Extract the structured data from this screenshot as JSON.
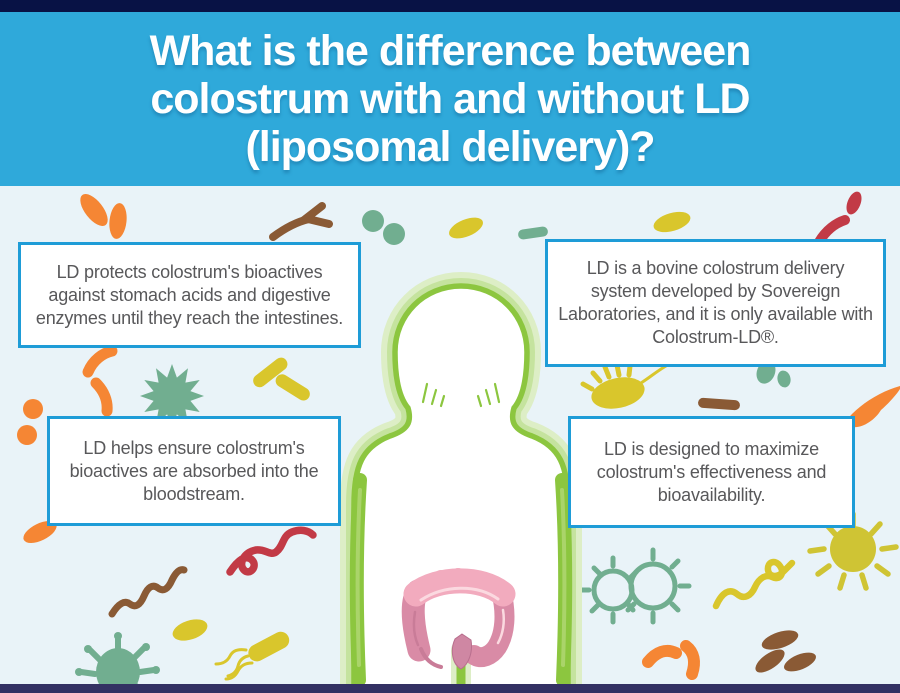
{
  "header": {
    "title_line1": "What is the difference between",
    "title_line2": "colostrum with and without LD",
    "title_line3": "(liposomal delivery)?"
  },
  "boxes": [
    {
      "id": "top-left",
      "text": "LD protects colostrum's bioactives against stomach acids and digestive enzymes until they reach the intestines."
    },
    {
      "id": "top-right",
      "text": "LD is a bovine colostrum delivery system developed by Sovereign Laboratories, and it is only available with Colostrum-LD®."
    },
    {
      "id": "mid-left",
      "text": "LD helps ensure colostrum's bioactives are absorbed into the bloodstream."
    },
    {
      "id": "mid-right",
      "text": "LD is designed to maximize colostrum's effectiveness and bioavailability."
    }
  ],
  "colors": {
    "top_strip_navy": "#081245",
    "header_cyan": "#2fa9da",
    "background_light_blue": "#e9f3f8",
    "callout_border_blue": "#1e9cd7",
    "callout_text_gray": "#58585a",
    "title_white": "#ffffff",
    "body_outline_green": "#8cc63f",
    "body_glow_green_light": "#c5e39e",
    "body_glow_green_pale": "#ddeec6",
    "intestine_pink_light": "#f2abbe",
    "intestine_pink_dark": "#d98ba6",
    "microbe_orange": "#f58634",
    "microbe_yellow": "#d9c62c",
    "microbe_teal_green": "#71ae90",
    "microbe_brown": "#8a5a35",
    "microbe_red": "#c23a46",
    "bottom_strip_navy": "#333163"
  },
  "icons": [
    "orange-ovals-bacteria-icon",
    "brown-branch-microbe-icon",
    "teal-diplococcus-icon",
    "yellow-oval-bacteria-icon",
    "teal-capsule-bacteria-icon",
    "red-crescent-microbe-icon",
    "orange-curved-rod-bacteria-icon",
    "teal-starburst-microbe-icon",
    "yellow-rod-bacteria-icon",
    "orange-cocci-dots-icon",
    "brown-spirillum-icon",
    "red-spirillum-icon",
    "teal-virus-icon",
    "yellow-flagellated-bacteria-icon",
    "teal-virus-outline-pair-icon",
    "yellow-spirillum-icon",
    "yellow-virus-icon",
    "orange-comma-bacteria-icon",
    "brown-ovals-bacteria-icon",
    "yellow-spiky-bacteria-icon",
    "brown-rod-bacteria-icon",
    "orange-flagellate-microbe-icon",
    "human-silhouette",
    "intestines"
  ]
}
